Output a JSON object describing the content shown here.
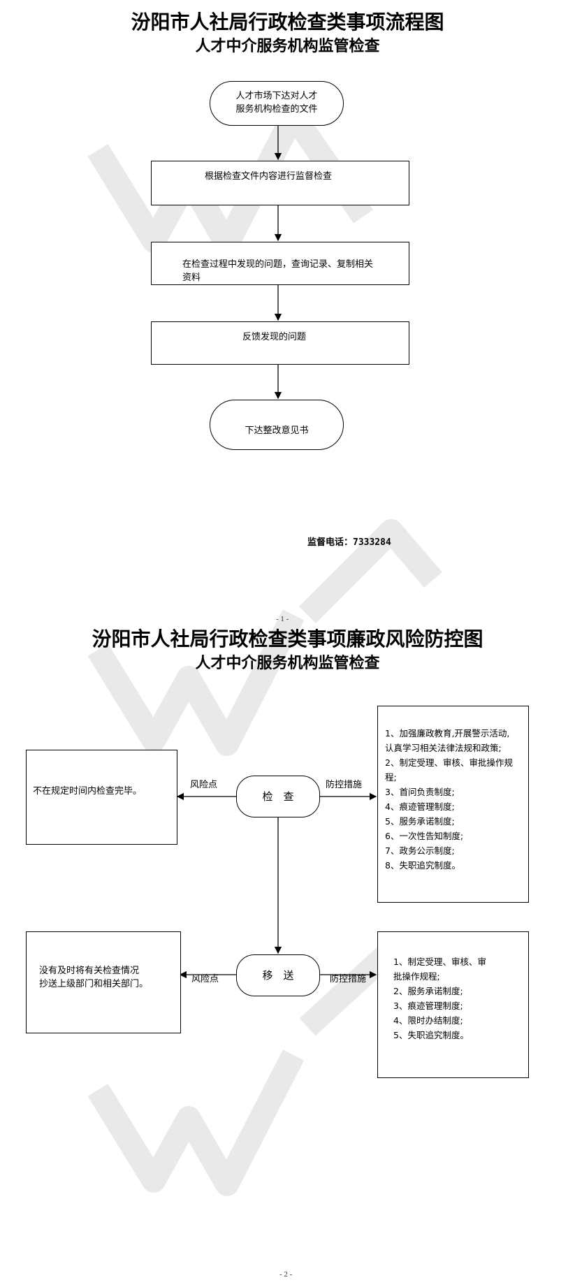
{
  "page1": {
    "title": "汾阳市人社局行政检查类事项流程图",
    "subtitle": "人才中介服务机构监管检查",
    "steps": [
      "人才市场下达对人才\n服务机构检查的文件",
      "根据检查文件内容进行监督检查",
      "在检查过程中发现的问题，查询记录、复制相关\n资料",
      "反馈发现的问题",
      "下达整改意见书"
    ],
    "supervision_phone": "监督电话：7333284",
    "page_number": "- 1 -"
  },
  "page2": {
    "title": "汾阳市人社局行政检查类事项廉政风险防控图",
    "subtitle": "人才中介服务机构监管检查",
    "nodes": {
      "inspect": "检　查",
      "transfer": "移　送"
    },
    "risk_label": "风险点",
    "control_label": "防控措施",
    "risk1": "不在规定时间内检查完毕。",
    "risk2": "没有及时将有关检查情况\n抄送上级部门和相关部门。",
    "measures1": "1、加强廉政教育,开展警示活动,\n认真学习相关法律法规和政策;\n2、制定受理、审核、审批操作规\n程;\n3、首问负责制度;\n4、痕迹管理制度;\n5、服务承诺制度;\n6、一次性告知制度;\n7、政务公示制度;\n8、失职追究制度。",
    "measures2": "1、制定受理、审核、审\n批操作规程;\n2、服务承诺制度;\n3、痕迹管理制度;\n4、限时办结制度;\n5、失职追究制度。",
    "page_number": "- 2 -"
  },
  "watermark": "WPS"
}
